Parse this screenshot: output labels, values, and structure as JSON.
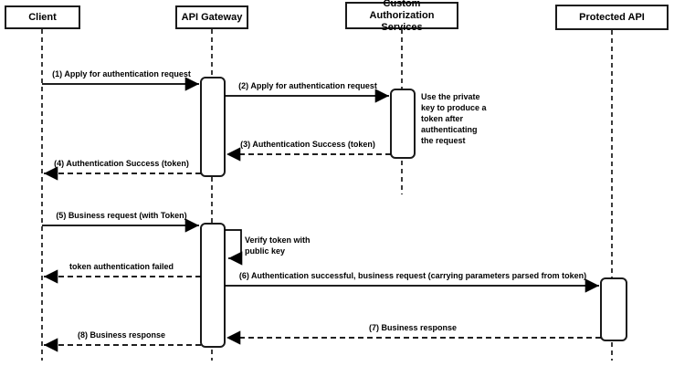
{
  "diagram": {
    "kind": "sequence-diagram",
    "colors": {
      "line": "#000000",
      "box_fill": "#ffffff",
      "background": "#ffffff"
    },
    "participants": [
      {
        "id": "client",
        "label": "Client"
      },
      {
        "id": "api-gateway",
        "label": "API Gateway"
      },
      {
        "id": "custom-authorization-services",
        "label": "Custom Authorization Services"
      },
      {
        "id": "protected-api",
        "label": "Protected API"
      }
    ],
    "messages": [
      {
        "seq": "1",
        "from": "Client",
        "to": "API Gateway",
        "line": "solid",
        "label": "(1) Apply for authentication request"
      },
      {
        "seq": "2",
        "from": "API Gateway",
        "to": "Custom Authorization Services",
        "line": "solid",
        "label": "(2) Apply for authentication request"
      },
      {
        "seq": "3",
        "from": "Custom Authorization Services",
        "to": "API Gateway",
        "line": "dashed",
        "label": "(3) Authentication Success (token)"
      },
      {
        "seq": "4",
        "from": "API Gateway",
        "to": "Client",
        "line": "dashed",
        "label": "(4) Authentication Success (token)"
      },
      {
        "seq": "5",
        "from": "Client",
        "to": "API Gateway",
        "line": "solid",
        "label": "(5) Business request (with Token)"
      },
      {
        "seq": "",
        "from": "API Gateway",
        "to": "Client",
        "line": "dashed",
        "label": "token authentication failed"
      },
      {
        "seq": "6",
        "from": "API Gateway",
        "to": "Protected API",
        "line": "solid",
        "label": "(6) Authentication successful, business request (carrying parameters parsed from token)"
      },
      {
        "seq": "7",
        "from": "Protected API",
        "to": "API Gateway",
        "line": "dashed",
        "label": "(7) Business response"
      },
      {
        "seq": "8",
        "from": "API Gateway",
        "to": "Client",
        "line": "dashed",
        "label": "(8) Business response"
      }
    ],
    "notes": [
      {
        "attached_to": "Custom Authorization Services",
        "text": "Use the private key to produce a token after authenticating the request"
      },
      {
        "attached_to": "API Gateway",
        "text": "Verify token with public key"
      }
    ]
  }
}
